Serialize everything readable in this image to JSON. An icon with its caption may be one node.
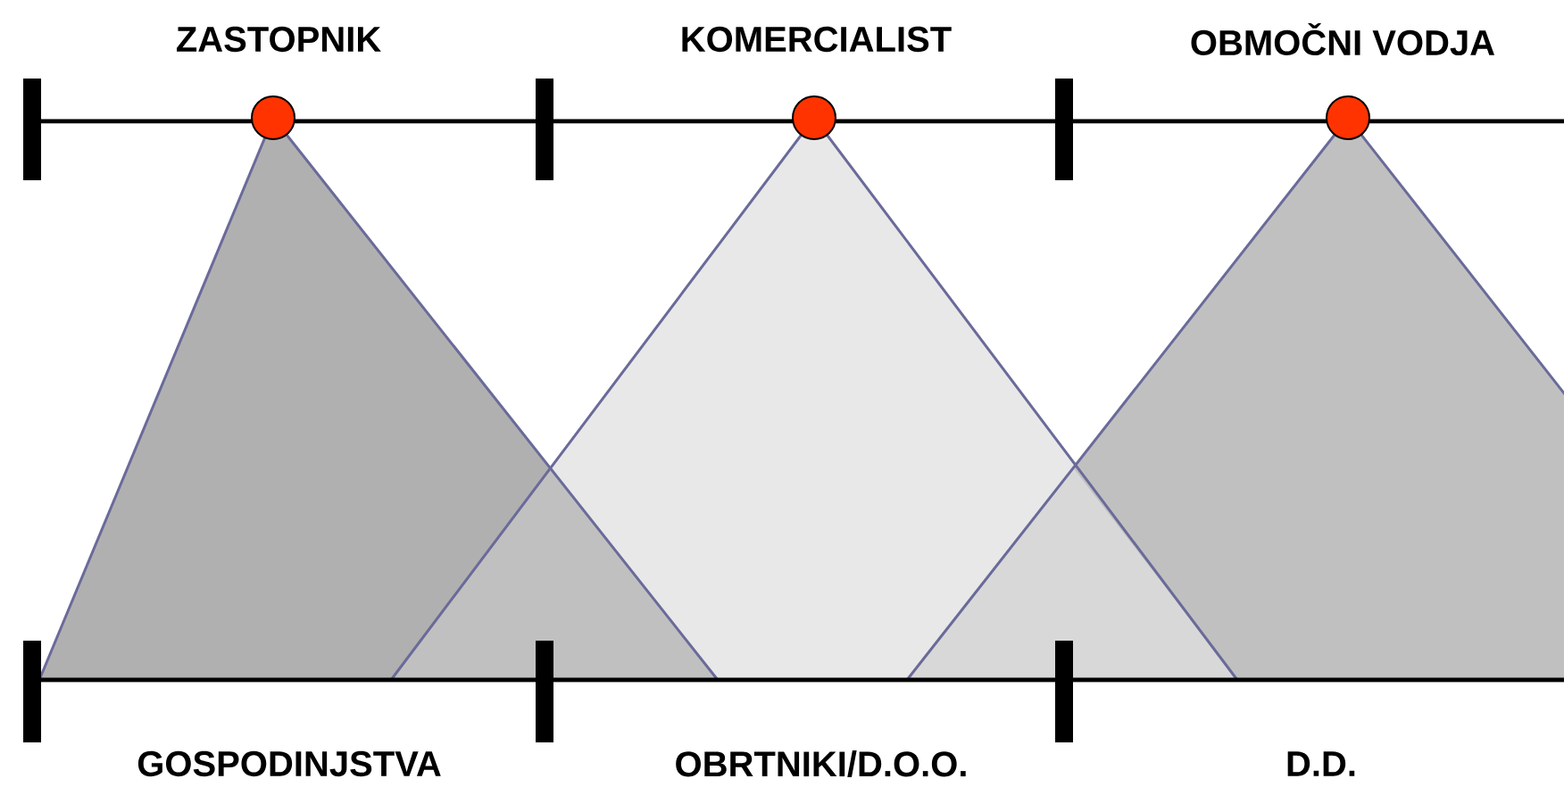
{
  "diagram": {
    "labels": [
      "ZASTOPNIK",
      "KOMERCIALIST",
      "OBMOČNI VODJA",
      "GOSPODINJSTVA",
      "OBRTNIKI/D.O.O.",
      "D.D."
    ]
  }
}
